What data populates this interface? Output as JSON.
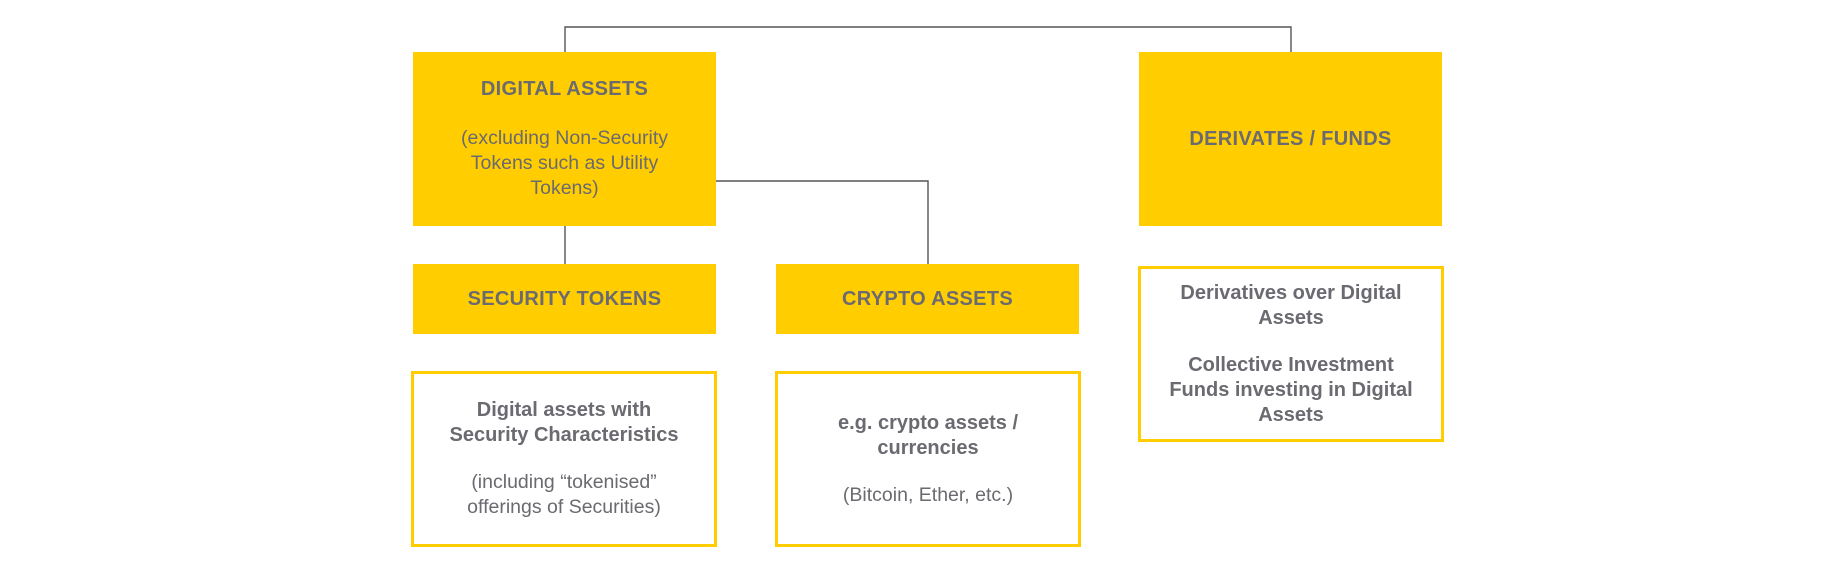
{
  "diagram": {
    "digital_assets": {
      "title": "DIGITAL ASSETS",
      "note": "(excluding Non-Security Tokens such as Utility Tokens)"
    },
    "derivates_funds": {
      "title": "DERIVATES / FUNDS"
    },
    "security_tokens": {
      "title": "SECURITY TOKENS",
      "description": "Digital assets with Security Characteristics",
      "note": "(including “tokenised” offerings of Securities)"
    },
    "crypto_assets": {
      "title": "CRYPTO ASSETS",
      "description": "e.g. crypto assets / currencies",
      "note": "(Bitcoin, Ether, etc.)"
    },
    "derivatives_detail": {
      "line1": "Derivatives over Digital Assets",
      "line2": "Collective Investment Funds investing in Digital Assets"
    },
    "colors": {
      "fill": "#ffcd00",
      "text": "#6a6a70",
      "connector": "#555555",
      "background": "#ffffff"
    }
  }
}
